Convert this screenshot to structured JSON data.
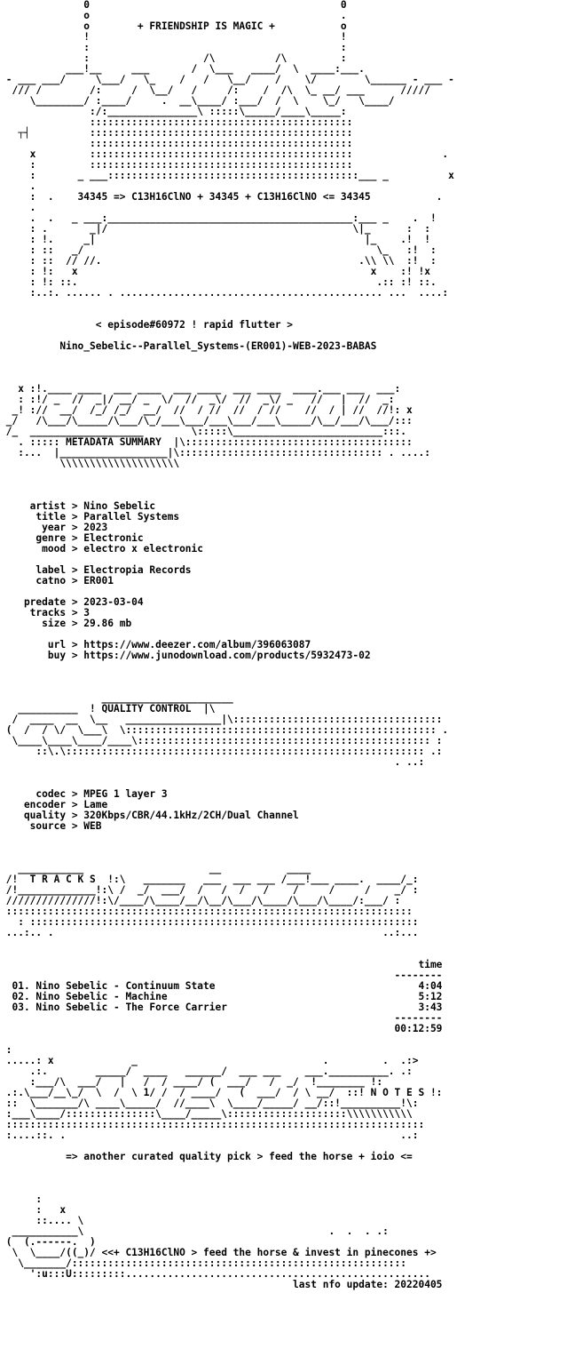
{
  "colors": {
    "background": "#ffffff",
    "text": "#000000"
  },
  "header": {
    "title_line": "              0                                          0",
    "lines": [
      "              o                                          .",
      "              o        + FRIENDSHIP IS MAGIC +           o",
      "              !                                          !",
      "              :                                          :",
      "              :                   /\\          /\\         :",
      "           ___!__     ___       /  \\___   ____/  \\  ____:___.",
      " - ___ ___/     \\___/   \\_    /   /   \\__/    /    \\/        \\______ - ___ -",
      "  /// /        /:     /  \\__/   /     /:    /  /\\  \\_ __/ ___      /////",
      "     \\________/ :____/     .  __\\____/ :___/  /  \\    \\_/   \\____/",
      "               :/:_______________\\ :::::\\_____/____\\_____:",
      "               ::::::::::::::::::::::::::::::::::::::::::::",
      "   ┬┤          ::::::::::::::::::::::::::::::::::::::::::::",
      "               ::::::::::::::::::::::::::::::::::::::::::::",
      "     x         ::::::::::::::::::::::::::::::::::::::::::::               .",
      "     :         ::::::::::::::::::::::::::::::::::::::::::::",
      "     :       _ ___::::::::::::::::::::::::::::::::::::::::::___ _          x",
      "     .",
      "     :  .    34345 => C13H16ClNO + 34345 + C13H16ClNO <= 34345           .",
      "     .",
      "     .  .   _ ___:_________________________________________:___ _    .  !",
      "     : .       _|/                                         \\|_      :  :",
      "     : !.     _|                                             |_    .!  !",
      "     : ::   _/                                                 \\_   :!  :",
      "     : ::  // //.                                           .\\\\ \\\\  :!  :",
      "     : !:   x                                                 x    :! !x",
      "     : !: ::.                                                  .:: :! ::.",
      "     :..:. ...... . ............................................ ...  ....:"
    ]
  },
  "release": {
    "episode": "< episode#60972 ! rapid flutter >",
    "dirname": "Nino_Sebelic--Parallel_Systems-(ER001)-WEB-2023-BABAS"
  },
  "sections": {
    "metadata_title": "METADATA SUMMARY",
    "quality_title": "QUALITY CONTROL",
    "tracks_title": "T R A C K S",
    "notes_title": "N O T E S"
  },
  "banners": {
    "metadata_lines": [
      "   x :!.____ ____  ___ ____  ___ ____  ___ ____  ____.___ ___  ___:",
      "   : :!/ _  //  _|/ __/ _  \\/  //  _\\/  //  _\\/ _   //   |  //  _:",
      "  _! ://  __/  /_/ /_/  __/  //  / //  //  / //    //  / | //  //!: x",
      " _/   /\\___/\\_____/\\___/\\_/___\\___/___\\___/___\\_____/\\__/___/\\___/:::",
      " /_  ___________________        \\:::::\\_________________________:::.",
      "   . ::::: METADATA SUMMARY  |\\::::::::::::::::::::::::::::::::::::::",
      "   :...  |__________________|\\:::::::::::::::::::::::::::::::::: . ....:",
      "          \\\\\\\\\\\\\\\\\\\\\\\\\\\\\\\\\\\\\\\\"
    ],
    "quality_lines": [
      "                 ______________________",
      "   __________  ! QUALITY CONTROL  |\\",
      "  /  ____  __  \\__   ________________|\\:::::::::::::::::::::::::::::::::::",
      " (  /  / \\/  \\___\\  \\:::::::::::::::::::::::::::::::::::::::::::::::::::: .",
      "  \\____\\____\\____/____\\::::::::::::::::::::::::::::::::::::::::::::::::: :",
      "      ::\\.\\:::::::::::::::::::::::::::::::::::::::::::::::::::::::::::: .:",
      "                                                                  . ..:"
    ],
    "tracks_lines": [
      "   ___________                     __           ____",
      " /!  T R A C K S  !:\\   _______   ___  ___ ___ /___!___ ____.  ____/_:",
      " /!_____________!:\\ /  _/  ___/  /   /  /   /    /     /     /    _/ :",
      " ///////////////!:\\/____/\\____/__/\\__/\\___/\\____/\\___/\\____/:___/ :",
      " ::::::::::::::::::::::::::::::::::::::::::::::::::::::::::::::::::::",
      "   : :::::::::::::::::::::::::::::::::::::::::::::::::::::::::::::::::",
      " ...:.. .                                                       ..:..."
    ],
    "notes_lines": [
      " :",
      " .....: x             _                               .         .  .:>",
      "     .:.        _____/  ____   ______/  ___ ___    ___.__________. .:",
      "     :___/\\  ___/   |   /  / ____/ (  ___/   /  _/  !________ !:",
      " .:.\\___/__\\_/  \\  /  \\ 1/ /  / ____/   (  ___/  / \\ __/  ::! N O T E S !:",
      " ::  \\_______/\\ ____\\_____/  //____\\  \\____/_____/ __/::!__________!\\:",
      " :___\\____/:::::::::::::::\\____/_____\\::::::::::::::::::::\\\\\\\\\\\\\\\\\\\\\\",
      " ::::::::::::::::::::::::::::::::::::::::::::::::::::::::::::::::::::::",
      " :....::. .                                                        ..:"
    ],
    "footer_art_lines": [
      "      :",
      "      :   x",
      "      ::.... \\",
      "  ___________\\                                         .  .  . .:",
      " (  (.------.  )",
      "  \\  \\____/((_)/ <<+ C13H16ClNO > feed the horse & invest in pinecones +>",
      "   \\_______/::::::::::::::::::::::::::::::::::::::::::::::::::::::::",
      "     ':u:::U:::::::::..................................................."
    ]
  },
  "metadata": [
    {
      "key": "     artist",
      "value": "Nino Sebelic"
    },
    {
      "key": "      title",
      "value": "Parallel Systems"
    },
    {
      "key": "       year",
      "value": "2023"
    },
    {
      "key": "      genre",
      "value": "Electronic"
    },
    {
      "key": "       mood",
      "value": "electro x electronic"
    },
    {
      "key": "",
      "value": ""
    },
    {
      "key": "      label",
      "value": "Electropia Records"
    },
    {
      "key": "      catno",
      "value": "ER001"
    },
    {
      "key": "",
      "value": ""
    },
    {
      "key": "    predate",
      "value": "2023-03-04"
    },
    {
      "key": "     tracks",
      "value": "3"
    },
    {
      "key": "       size",
      "value": "29.86 mb"
    },
    {
      "key": "",
      "value": ""
    },
    {
      "key": "        url",
      "value": "https://www.deezer.com/album/396063087"
    },
    {
      "key": "        buy",
      "value": "https://www.junodownload.com/products/5932473-02"
    }
  ],
  "quality": [
    {
      "key": "      codec",
      "value": "MPEG 1 layer 3"
    },
    {
      "key": "    encoder",
      "value": "Lame"
    },
    {
      "key": "    quality",
      "value": "320Kbps/CBR/44.1kHz/2CH/Dual Channel"
    },
    {
      "key": "     source",
      "value": "WEB"
    }
  ],
  "tracklist": {
    "time_header": "time",
    "time_rule": "--------",
    "total_rule": "--------",
    "total": "00:12:59",
    "tracks": [
      {
        "num": "01.",
        "artist": "Nino Sebelic",
        "title": "Continuum State",
        "time": "4:04"
      },
      {
        "num": "02.",
        "artist": "Nino Sebelic",
        "title": "Machine",
        "time": "5:12"
      },
      {
        "num": "03.",
        "artist": "Nino Sebelic",
        "title": "The Force Carrier",
        "time": "3:43"
      }
    ]
  },
  "notes": {
    "text": "=> another curated quality pick > feed the horse + ioio <="
  },
  "footer": {
    "last_update_label": "last nfo update:",
    "last_update_value": "20220405"
  }
}
